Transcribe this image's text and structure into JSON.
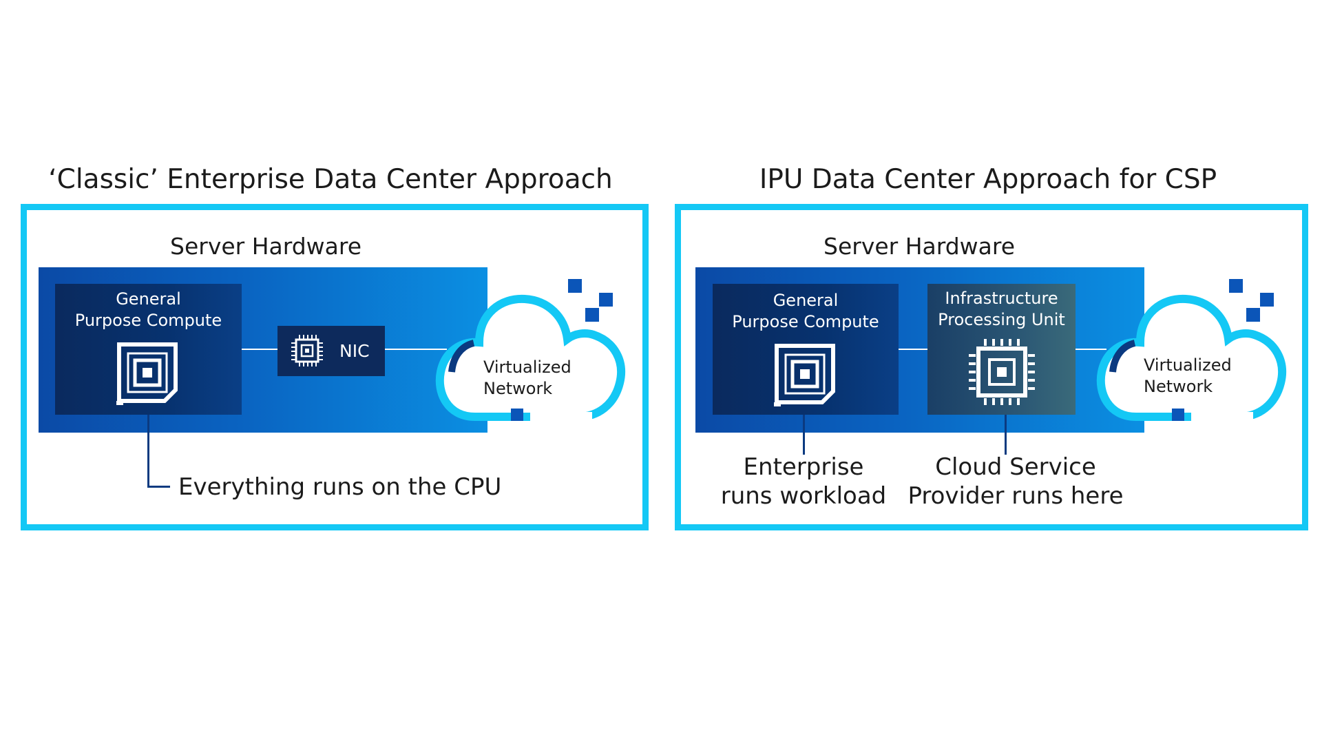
{
  "left_panel": {
    "title": "‘Classic’ Enterprise Data Center Approach",
    "server_label": "Server Hardware",
    "gpc_label_line1": "General",
    "gpc_label_line2": "Purpose Compute",
    "nic_label": "NIC",
    "cloud_line1": "Virtualized",
    "cloud_line2": "Network",
    "bottom_label": "Everything runs on the CPU"
  },
  "right_panel": {
    "title": "IPU Data Center Approach for CSP",
    "server_label": "Server Hardware",
    "gpc_label_line1": "General",
    "gpc_label_line2": "Purpose Compute",
    "ipu_label_line1": "Infrastructure",
    "ipu_label_line2": "Processing Unit",
    "cloud_line1": "Virtualized",
    "cloud_line2": "Network",
    "bottom_left_line1": "Enterprise",
    "bottom_left_line2": "runs workload",
    "bottom_right_line1": "Cloud Service",
    "bottom_right_line2": "Provider runs here"
  },
  "colors": {
    "frame": "#14c8f5",
    "hardware_dark": "#0b4aa6",
    "hardware_light": "#0b8fe2",
    "chip_box": "#07326f",
    "pixel_squares": "#0b55b8"
  },
  "icons": [
    "processor-icon",
    "chip-icon",
    "cloud-icon",
    "pixel-squares-icon"
  ]
}
